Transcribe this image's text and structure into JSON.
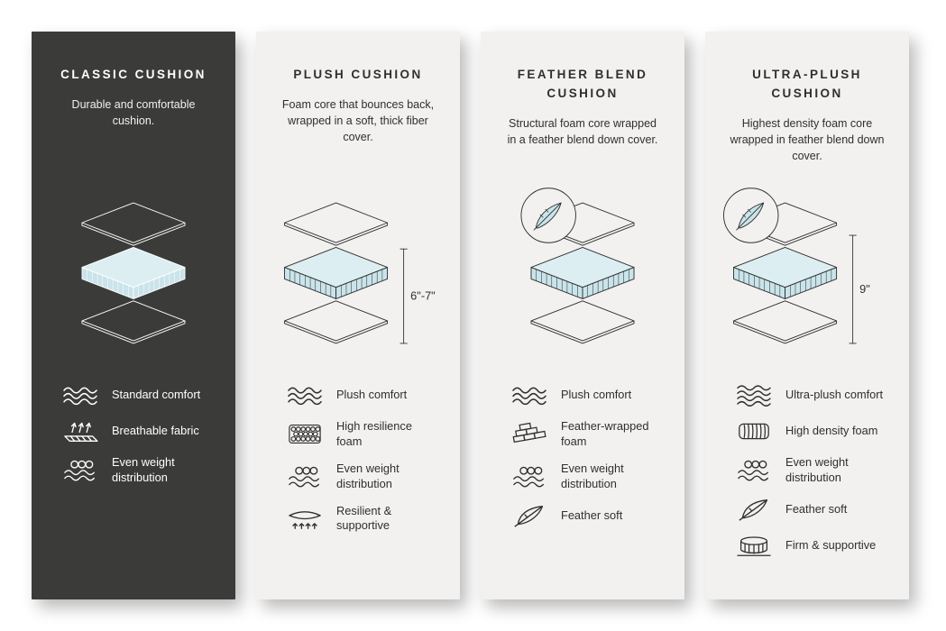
{
  "colors": {
    "page_background": "#ffffff",
    "dark_card_background": "#3b3b39",
    "light_card_background": "#f2f1ef",
    "cushion_core_blue": "#c9e4ea",
    "cushion_core_blue_top": "#ddeef2",
    "dark_card_text": "#ffffff",
    "light_card_text": "#2f2f2e"
  },
  "cards": [
    {
      "id": "classic",
      "title": "CLASSIC CUSHION",
      "description": "Durable and comfortable cushion.",
      "theme": "dark",
      "illustration": "three-layer-cushion",
      "features": [
        {
          "icon": "waves-icon",
          "label": "Standard comfort"
        },
        {
          "icon": "breathable-fabric-icon",
          "label": "Breathable fabric"
        },
        {
          "icon": "weight-distribution-icon",
          "label": "Even weight distribution"
        }
      ]
    },
    {
      "id": "plush",
      "title": "PLUSH CUSHION",
      "description": "Foam core that bounces back, wrapped in a soft, thick fiber cover.",
      "theme": "light",
      "illustration": "three-layer-cushion-with-height",
      "height_label": "6\"-7\"",
      "features": [
        {
          "icon": "waves-icon",
          "label": "Plush comfort"
        },
        {
          "icon": "foam-cells-icon",
          "label": "High resilience foam"
        },
        {
          "icon": "weight-distribution-icon",
          "label": "Even weight distribution"
        },
        {
          "icon": "spring-icon",
          "label": "Resilient & supportive"
        }
      ]
    },
    {
      "id": "feather-blend",
      "title": "FEATHER BLEND CUSHION",
      "description": "Structural foam core wrapped in a feather blend down cover.",
      "theme": "light",
      "illustration": "three-layer-cushion-with-feather-badge",
      "features": [
        {
          "icon": "waves-icon",
          "label": "Plush comfort"
        },
        {
          "icon": "bricks-icon",
          "label": "Feather-wrapped foam"
        },
        {
          "icon": "weight-distribution-icon",
          "label": "Even weight distribution"
        },
        {
          "icon": "feather-icon",
          "label": "Feather soft"
        }
      ]
    },
    {
      "id": "ultra-plush",
      "title": "ULTRA-PLUSH CUSHION",
      "description": "Highest density foam core wrapped in feather blend down cover.",
      "theme": "light",
      "illustration": "three-layer-cushion-with-feather-badge-and-height",
      "height_label": "9\"",
      "features": [
        {
          "icon": "waves-4-icon",
          "label": "Ultra-plush comfort"
        },
        {
          "icon": "density-lines-icon",
          "label": "High density foam"
        },
        {
          "icon": "weight-distribution-icon",
          "label": "Even weight distribution"
        },
        {
          "icon": "feather-icon",
          "label": "Feather soft"
        },
        {
          "icon": "firm-support-icon",
          "label": "Firm & supportive"
        }
      ]
    }
  ]
}
